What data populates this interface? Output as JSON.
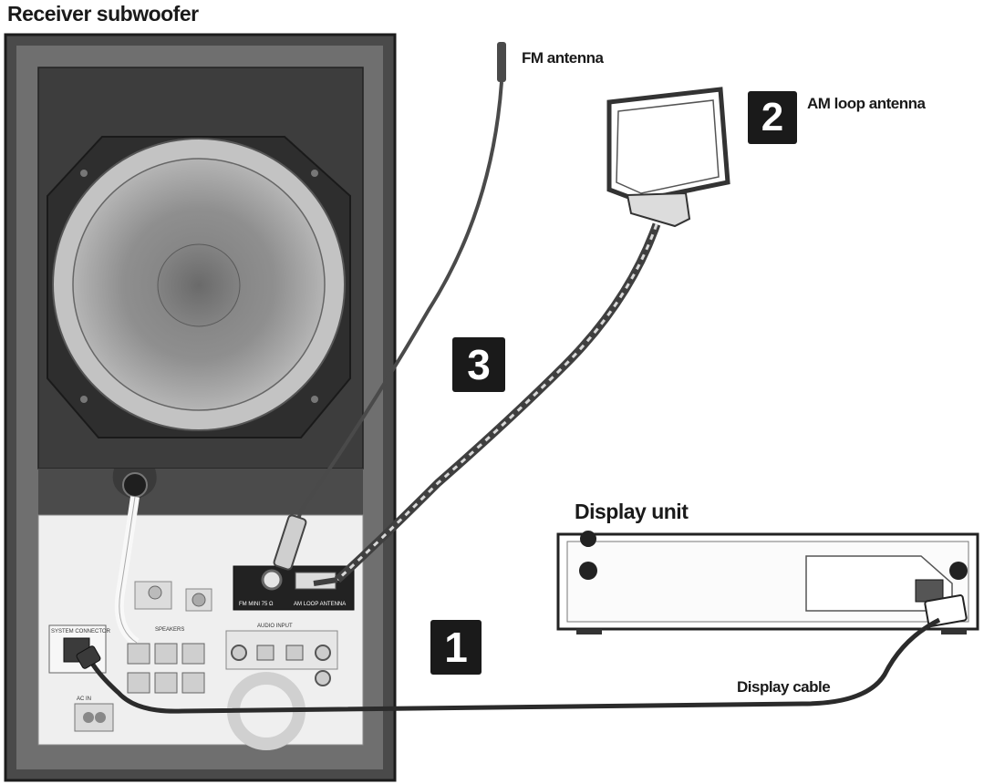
{
  "labels": {
    "receiver_subwoofer": "Receiver subwoofer",
    "fm_antenna": "FM antenna",
    "am_loop_antenna": "AM loop antenna",
    "display_unit": "Display unit",
    "display_cable": "Display cable"
  },
  "steps": {
    "step_1": "1",
    "step_2": "2",
    "step_3": "3"
  },
  "panel": {
    "fm_jack": "FM MINI 75 Ω",
    "am_jack": "AM LOOP ANTENNA",
    "system_connector": "SYSTEM CONNECTOR",
    "speakers": "SPEAKERS",
    "audio_input": "AUDIO INPUT",
    "ac_in": "AC IN"
  },
  "colors": {
    "cabinet_dark": "#3f3f3f",
    "cabinet_frame": "#6e6e6e",
    "speaker_grey": "#9a9a9a",
    "badge_bg": "#1a1a1a",
    "panel_bg": "#efefef"
  }
}
